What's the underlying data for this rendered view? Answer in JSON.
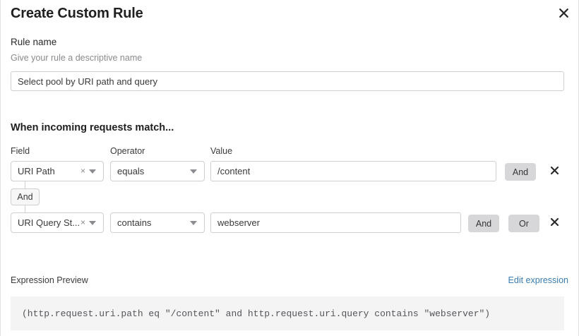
{
  "dialog": {
    "title": "Create Custom Rule",
    "close_icon": "close-icon"
  },
  "rule_name": {
    "label": "Rule name",
    "help": "Give your rule a descriptive name",
    "value": "Select pool by URI path and query",
    "placeholder": "Give your rule a descriptive name"
  },
  "match_section": {
    "heading": "When incoming requests match...",
    "columns": {
      "field": "Field",
      "operator": "Operator",
      "value": "Value"
    },
    "connector": {
      "label": "And"
    },
    "rows": [
      {
        "field": "URI Path",
        "clear_icon": "×",
        "operator": "equals",
        "value": "/content",
        "buttons": [
          "And"
        ],
        "delete_icon": "delete-icon"
      },
      {
        "field": "URI Query St...",
        "clear_icon": "×",
        "operator": "contains",
        "value": "webserver",
        "buttons": [
          "And",
          "Or"
        ],
        "delete_icon": "delete-icon"
      }
    ]
  },
  "expression": {
    "label": "Expression Preview",
    "edit_link": "Edit expression",
    "code": "(http.request.uri.path eq \"/content\" and http.request.uri.query contains \"webserver\")"
  },
  "colors": {
    "link": "#3b7cad",
    "button_bg": "#d7d7d9",
    "border": "#cfcfd2",
    "code_bg": "#f4f4f4"
  }
}
